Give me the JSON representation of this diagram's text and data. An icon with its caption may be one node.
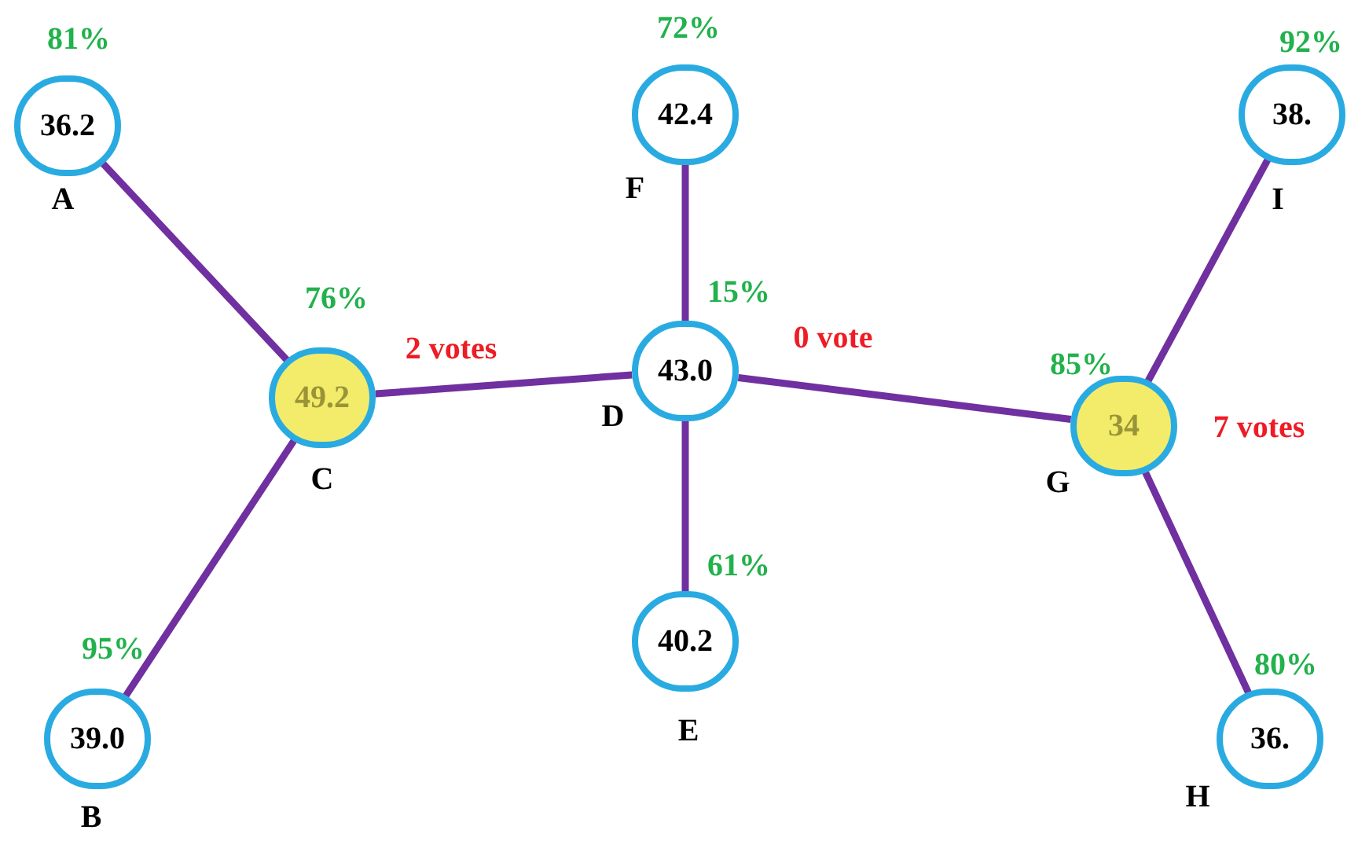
{
  "diagram": {
    "nodes": [
      {
        "text": [
          "36.2"
        ],
        "beside": [
          "81%",
          "A"
        ]
      },
      {
        "text": [
          "42.4"
        ],
        "beside": [
          "72%",
          "F"
        ]
      },
      {
        "text": [
          "38."
        ],
        "beside": [
          "92%",
          "I"
        ]
      },
      {
        "text": [
          "49.2"
        ],
        "beside": [
          "76%",
          "C"
        ]
      },
      {
        "text": [
          "43.0"
        ],
        "beside": [
          "15%",
          "D"
        ]
      },
      {
        "text": [
          "34"
        ],
        "beside": [
          "85%",
          "G",
          "7 votes"
        ]
      },
      {
        "text": [
          "40.2"
        ],
        "beside": [
          "61%",
          "E"
        ]
      },
      {
        "text": [
          "39.0"
        ],
        "beside": [
          "95%",
          "B"
        ]
      },
      {
        "text": [
          "36."
        ],
        "beside": [
          "80%",
          "H"
        ]
      }
    ],
    "edges": [
      {
        "from": 0,
        "to": 3,
        "arrow": "none"
      },
      {
        "from": 7,
        "to": 3,
        "arrow": "none"
      },
      {
        "from": 3,
        "to": 4,
        "arrow": "none",
        "label": "2 votes"
      },
      {
        "from": 1,
        "to": 4,
        "arrow": "none"
      },
      {
        "from": 6,
        "to": 4,
        "arrow": "none"
      },
      {
        "from": 4,
        "to": 5,
        "arrow": "none",
        "label": "0 vote"
      },
      {
        "from": 2,
        "to": 5,
        "arrow": "none"
      },
      {
        "from": 8,
        "to": 5,
        "arrow": "none"
      }
    ]
  }
}
